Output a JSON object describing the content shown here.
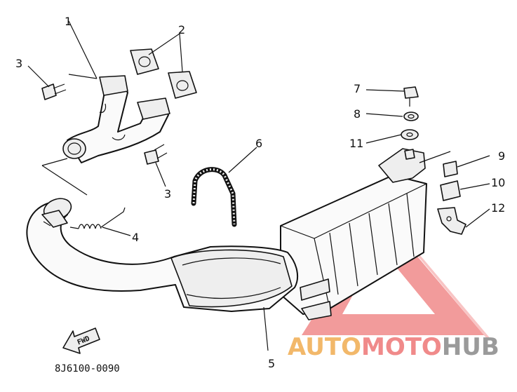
{
  "diagram": {
    "callouts": {
      "c1": "1",
      "c2": "2",
      "c3a": "3",
      "c3b": "3",
      "c4": "4",
      "c5": "5",
      "c6": "6",
      "c7": "7",
      "c8": "8",
      "c9": "9",
      "c10": "10",
      "c11": "11",
      "c12": "12"
    },
    "fwd_label": "FWD",
    "drawing_code": "8J6100-0090"
  },
  "watermark": {
    "brand": "AUTOMOTOHUB",
    "parts": [
      "AUTO",
      "MOTO",
      "HUB"
    ],
    "colors": {
      "triangle": "#f08a8a",
      "auto": "#f2b86a",
      "moto": "#f08a8a",
      "hub": "#9a9a9a"
    }
  }
}
